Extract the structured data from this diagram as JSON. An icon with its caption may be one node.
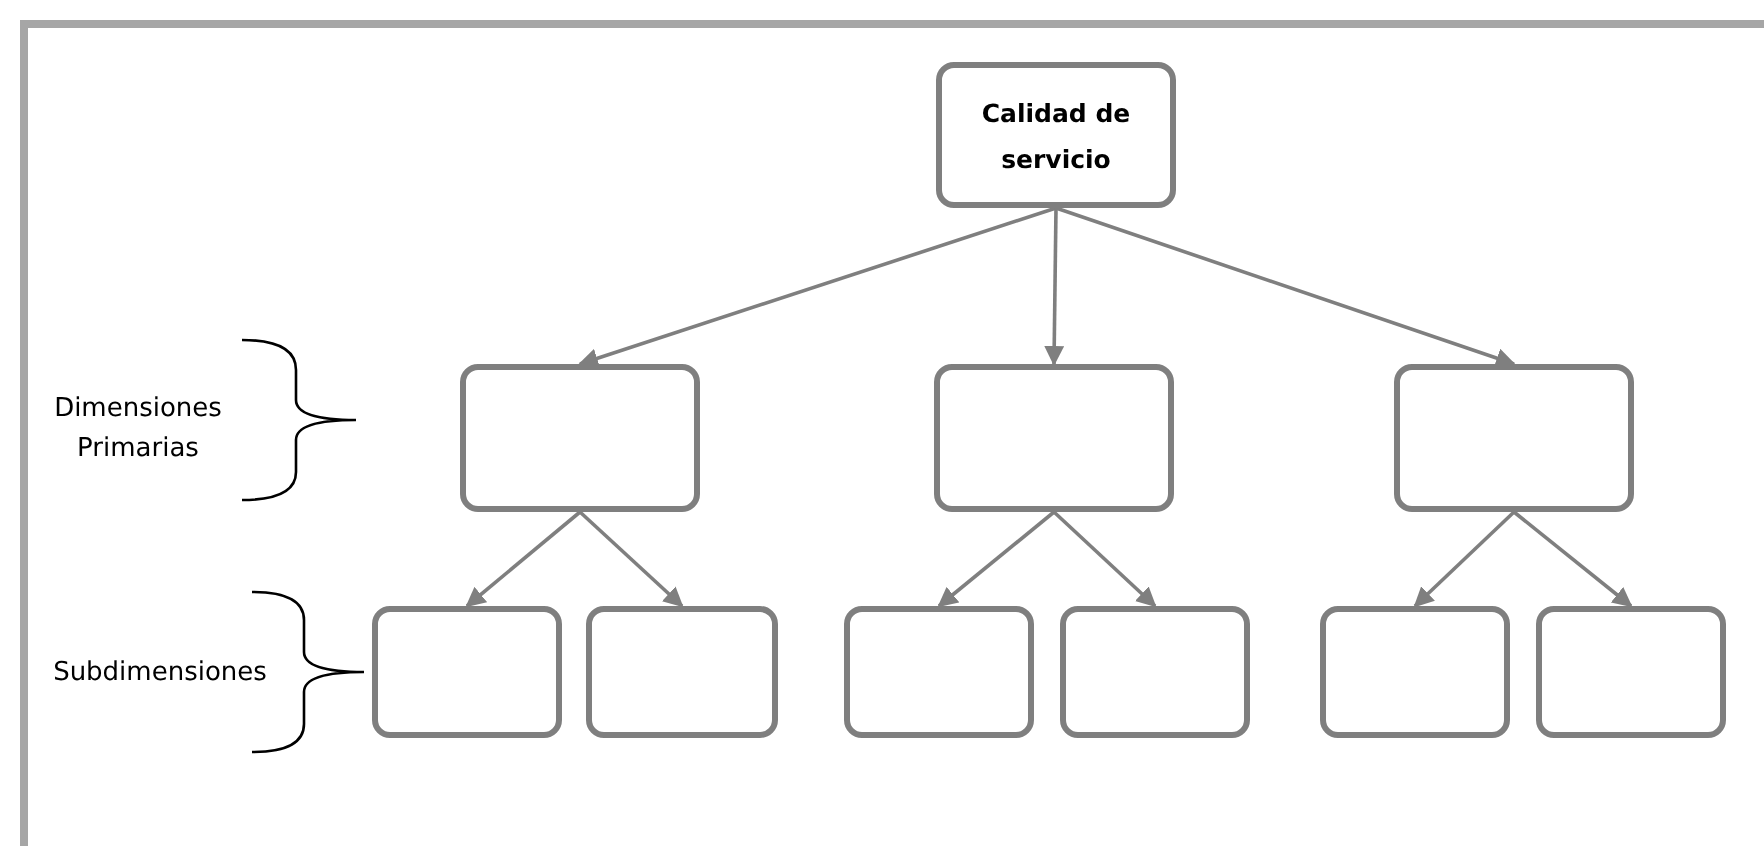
{
  "diagram": {
    "nodes": [
      {
        "text": [
          "Calidad de servicio"
        ]
      },
      {
        "text": [],
        "shape": "box"
      },
      {
        "text": [],
        "shape": "box"
      },
      {
        "text": [],
        "shape": "box"
      },
      {
        "text": [],
        "shape": "box"
      },
      {
        "text": [],
        "shape": "box"
      },
      {
        "text": [],
        "shape": "box"
      },
      {
        "text": [],
        "shape": "box"
      },
      {
        "text": [],
        "shape": "box"
      },
      {
        "text": [],
        "shape": "box"
      }
    ],
    "edges": [
      {
        "from": 0,
        "to": 1,
        "arrow": "to"
      },
      {
        "from": 0,
        "to": 2,
        "arrow": "to"
      },
      {
        "from": 0,
        "to": 3,
        "arrow": "to"
      },
      {
        "from": 1,
        "to": 4,
        "arrow": "to"
      },
      {
        "from": 1,
        "to": 5,
        "arrow": "to"
      },
      {
        "from": 2,
        "to": 6,
        "arrow": "to"
      },
      {
        "from": 2,
        "to": 7,
        "arrow": "to"
      },
      {
        "from": 3,
        "to": 8,
        "arrow": "to"
      },
      {
        "from": 3,
        "to": 9,
        "arrow": "to"
      }
    ],
    "labels": [
      "Dimensiones Primarias",
      "Subdimensiones"
    ]
  }
}
